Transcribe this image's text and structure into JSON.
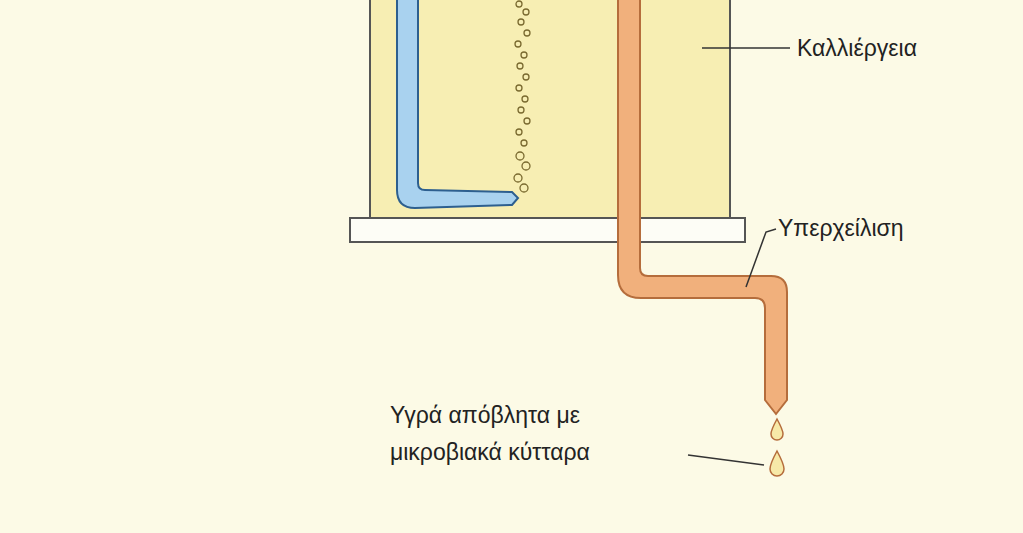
{
  "diagram": {
    "labels": [
      "Καλλιέργεια",
      "Υπερχείλιση",
      "Υγρά απόβλητα με μικροβιακά κύτταρα"
    ]
  }
}
